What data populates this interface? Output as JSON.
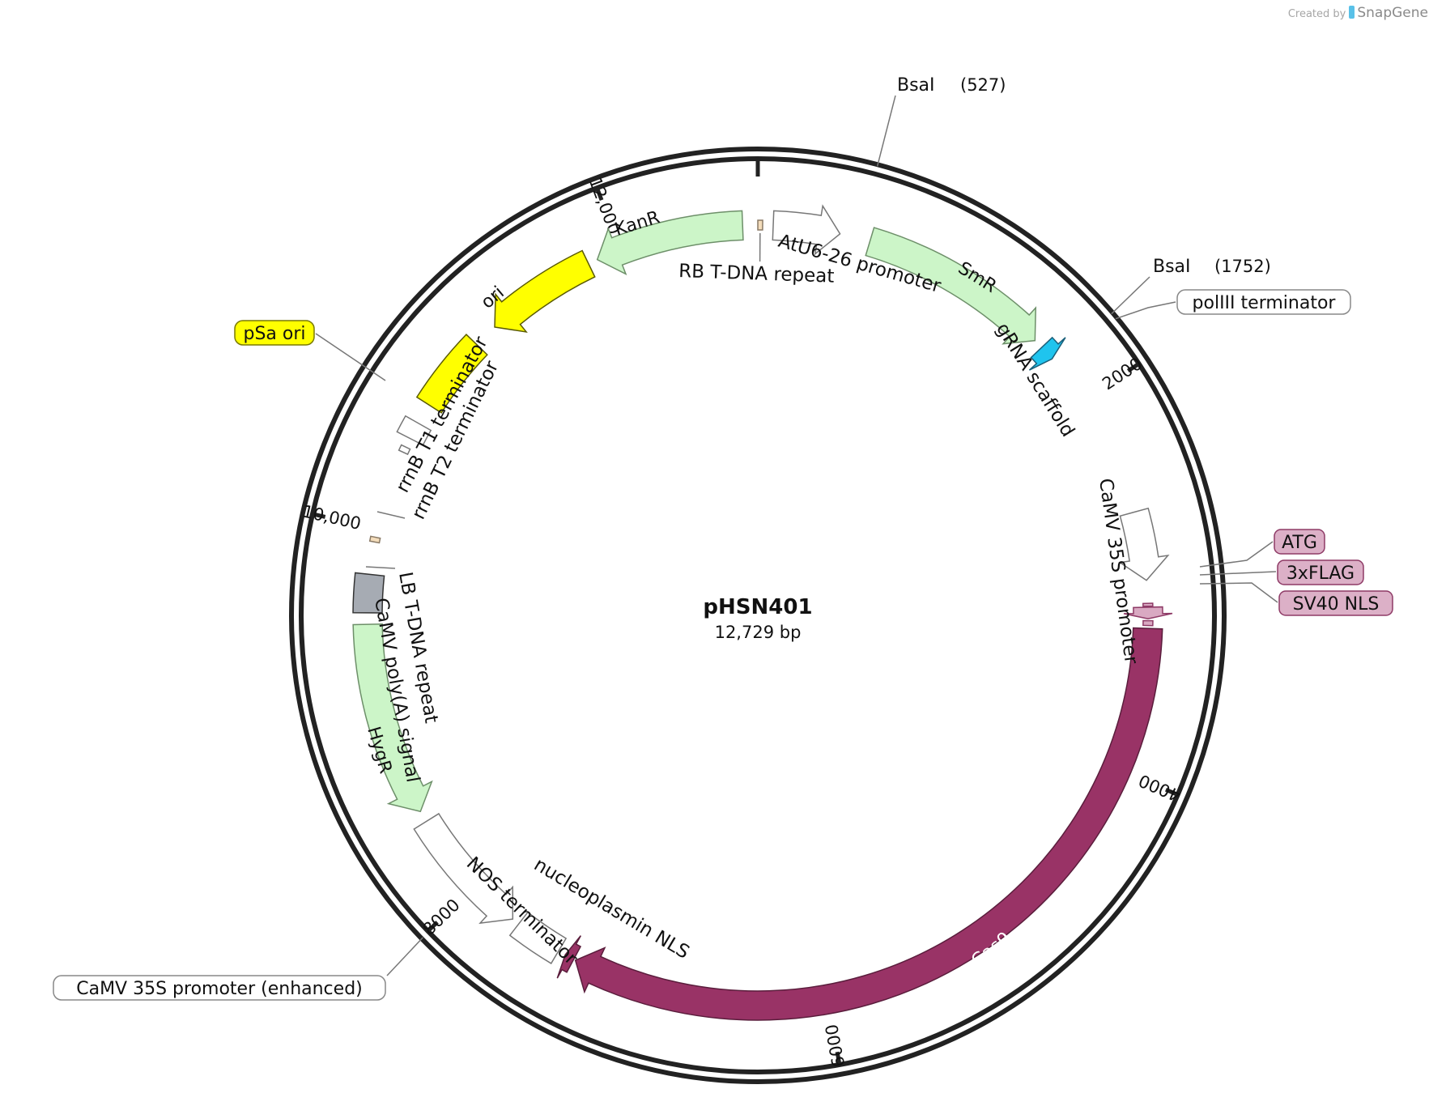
{
  "credit": {
    "prefix": "Created by",
    "brand": "SnapGene"
  },
  "plasmid": {
    "name": "pHSN401",
    "length_label": "12,729 bp",
    "length_bp": 12729
  },
  "ticks": [
    {
      "bp": 0,
      "label": ""
    },
    {
      "bp": 2000,
      "label": "2000"
    },
    {
      "bp": 4000,
      "label": "4000"
    },
    {
      "bp": 6000,
      "label": "6000"
    },
    {
      "bp": 8000,
      "label": "8000"
    },
    {
      "bp": 10000,
      "label": "10,000"
    },
    {
      "bp": 12000,
      "label": "12,000"
    }
  ],
  "sites": [
    {
      "name": "BsaI",
      "position": "(527)",
      "bp": 527
    },
    {
      "name": "BsaI",
      "position": "(1752)",
      "bp": 1752
    }
  ],
  "features": [
    {
      "id": "rb",
      "label": "RB T-DNA repeat",
      "start": 0,
      "end": 25,
      "dir": 0,
      "color": "#f4ddbb",
      "stroke": "#8a7a66",
      "radius": 0.82
    },
    {
      "id": "atu6",
      "label": "AtU6-26 promoter",
      "start": 80,
      "end": 430,
      "dir": 1,
      "color": "#ffffff",
      "stroke": "#777777",
      "radius": 0.82
    },
    {
      "id": "smr",
      "label": "SmR",
      "start": 590,
      "end": 1600,
      "dir": 1,
      "color": "#ccf5c8",
      "stroke": "#6d8f69",
      "radius": 0.82
    },
    {
      "id": "grna",
      "label": "gRNA scaffold",
      "start": 1650,
      "end": 1730,
      "dir": 1,
      "color": "#1fc4ee",
      "stroke": "#1a5f7a",
      "radius": 0.82
    },
    {
      "id": "camv35s",
      "label": "CaMV 35S promoter",
      "start": 2640,
      "end": 3000,
      "dir": 1,
      "color": "#ffffff",
      "stroke": "#777777",
      "radius": 0.82
    },
    {
      "id": "atg",
      "label": "ATG",
      "start": 3120,
      "end": 3135,
      "dir": 0,
      "color": "#d9a9c2",
      "stroke": "#8e3a66",
      "radius": 0.82
    },
    {
      "id": "flag",
      "label": "3xFLAG",
      "start": 3140,
      "end": 3200,
      "dir": 1,
      "color": "#d9a9c2",
      "stroke": "#8e3a66",
      "radius": 0.82
    },
    {
      "id": "sv40",
      "label": "SV40 NLS",
      "start": 3210,
      "end": 3235,
      "dir": 0,
      "color": "#d9a9c2",
      "stroke": "#8e3a66",
      "radius": 0.82
    },
    {
      "id": "cas9",
      "label": "Cas9",
      "start": 3250,
      "end": 7350,
      "dir": 1,
      "color": "#993366",
      "stroke": "#5a1d3c",
      "radius": 0.82
    },
    {
      "id": "npnls",
      "label": "nucleoplasmin NLS",
      "start": 7360,
      "end": 7410,
      "dir": 1,
      "color": "#993366",
      "stroke": "#5a1d3c",
      "radius": 0.82
    },
    {
      "id": "nos",
      "label": "NOS terminator",
      "start": 7450,
      "end": 7700,
      "dir": 0,
      "color": "#ffffff",
      "stroke": "#777777",
      "radius": 0.82
    },
    {
      "id": "camv35se",
      "label": "CaMV 35S promoter (enhanced)",
      "start": 7740,
      "end": 8420,
      "dir": -1,
      "color": "#ffffff",
      "stroke": "#777777",
      "radius": 0.82
    },
    {
      "id": "hygr",
      "label": "HygR",
      "start": 8480,
      "end": 9500,
      "dir": -1,
      "color": "#ccf5c8",
      "stroke": "#6d8f69",
      "radius": 0.82
    },
    {
      "id": "camvpa",
      "label": "CaMV poly(A) signal",
      "start": 9560,
      "end": 9760,
      "dir": 0,
      "color": "#a6abb3",
      "stroke": "#333333",
      "radius": 0.82
    },
    {
      "id": "lb",
      "label": "LB T-DNA repeat",
      "start": 9930,
      "end": 9955,
      "dir": 0,
      "color": "#f4ddbb",
      "stroke": "#8a7a66",
      "radius": 0.82
    },
    {
      "id": "rrnbt2",
      "label": "rrnB T2 terminator",
      "start": 10420,
      "end": 10450,
      "dir": 0,
      "color": "#ffffff",
      "stroke": "#777777",
      "radius": 0.82
    },
    {
      "id": "rrnbt1",
      "label": "rrnB T1 terminator",
      "start": 10500,
      "end": 10590,
      "dir": 0,
      "color": "#ffffff",
      "stroke": "#777777",
      "radius": 0.82
    },
    {
      "id": "psaori",
      "label": "pSa ori",
      "start": 10700,
      "end": 11100,
      "dir": 0,
      "color": "#ffff00",
      "stroke": "#5a5a00",
      "radius": 0.82
    },
    {
      "id": "ori",
      "label": "ori",
      "start": 11230,
      "end": 11820,
      "dir": -1,
      "color": "#ffff00",
      "stroke": "#5a5a00",
      "radius": 0.82
    },
    {
      "id": "kanr",
      "label": "KanR",
      "start": 11870,
      "end": 12650,
      "dir": -1,
      "color": "#ccf5c8",
      "stroke": "#6d8f69",
      "radius": 0.82
    }
  ],
  "callouts": [
    {
      "id": "psaori",
      "label": "pSa ori",
      "bg": "#ffff00",
      "border": "#7a7a00"
    },
    {
      "id": "poliii",
      "label": "polIII terminator",
      "bg": "#ffffff",
      "border": "#888888"
    },
    {
      "id": "atg",
      "label": "ATG",
      "bg": "#dcb0c7",
      "border": "#8e3a66"
    },
    {
      "id": "flag",
      "label": "3xFLAG",
      "bg": "#dcb0c7",
      "border": "#8e3a66"
    },
    {
      "id": "sv40",
      "label": "SV40 NLS",
      "bg": "#dcb0c7",
      "border": "#8e3a66"
    },
    {
      "id": "camv35se",
      "label": "CaMV 35S promoter (enhanced)",
      "bg": "#ffffff",
      "border": "#888888"
    }
  ]
}
